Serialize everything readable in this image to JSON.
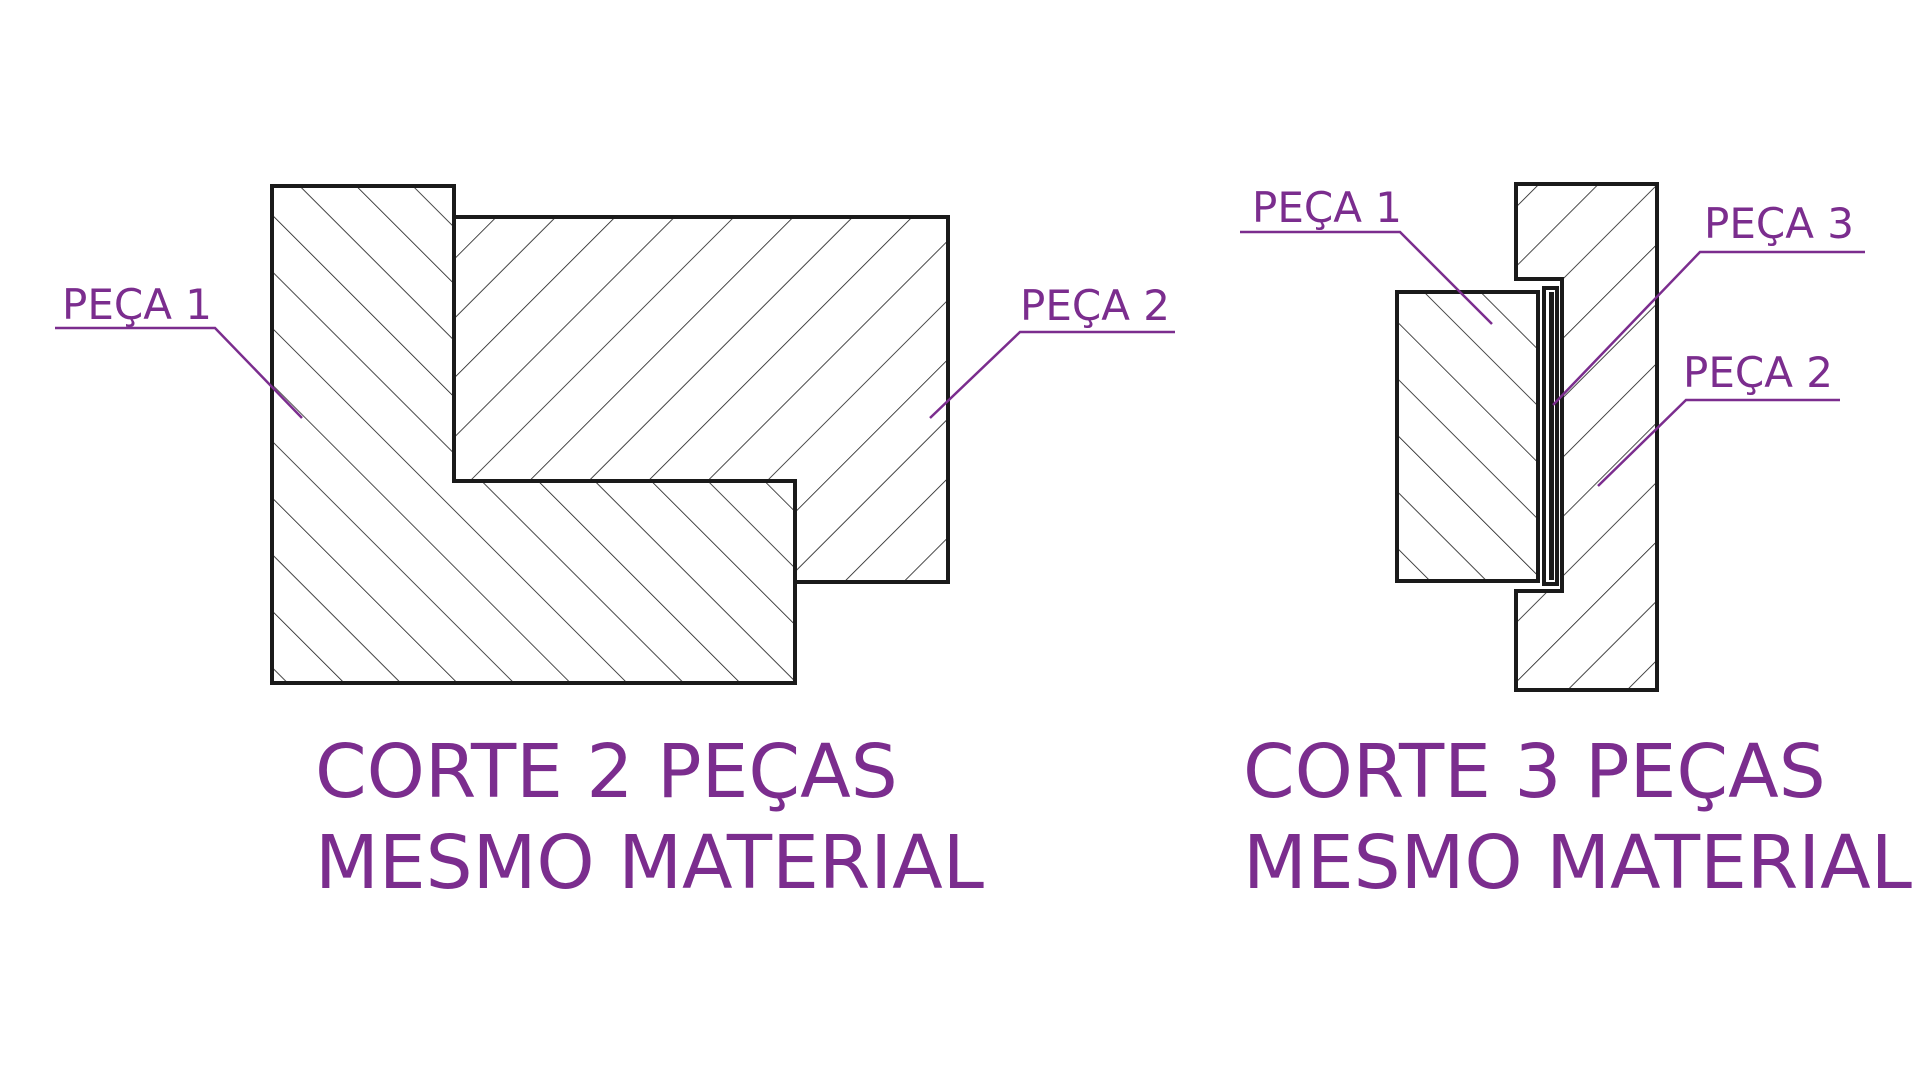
{
  "colors": {
    "accent": "#7b2d8e",
    "line": "#1a1a1a",
    "background": "#ffffff"
  },
  "left_diagram": {
    "part1_label": "PEÇA 1",
    "part2_label": "PEÇA 2",
    "caption_line1": "CORTE 2 PEÇAS",
    "caption_line2": "MESMO MATERIAL"
  },
  "right_diagram": {
    "part1_label": "PEÇA 1",
    "part2_label": "PEÇA 2",
    "part3_label": "PEÇA 3",
    "caption_line1": "CORTE 3 PEÇAS",
    "caption_line2": "MESMO MATERIAL"
  }
}
